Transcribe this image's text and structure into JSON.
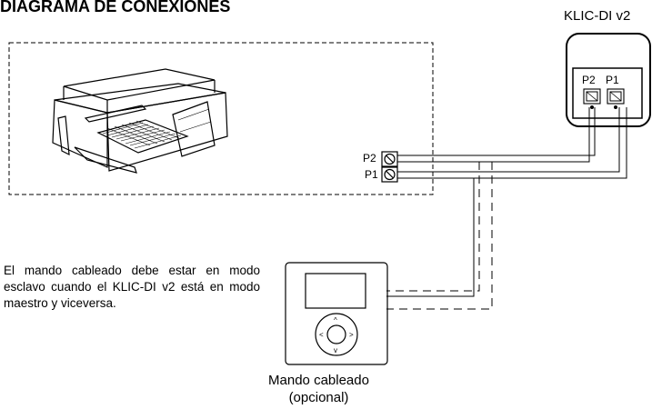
{
  "diagram": {
    "title": "DIAGRAMA DE CONEXIONES",
    "klic_device": {
      "label": "KLIC-DI v2",
      "terminals": [
        "P2",
        "P1"
      ]
    },
    "indoor_unit": {
      "terminals": [
        "P2",
        "P1"
      ]
    },
    "note": "El mando cableado debe estar en modo esclavo cuando el KLIC-DI v2 está en modo maestro y viceversa.",
    "wired_controller": {
      "label_line1": "Mando cableado",
      "label_line2": "(opcional)"
    }
  }
}
